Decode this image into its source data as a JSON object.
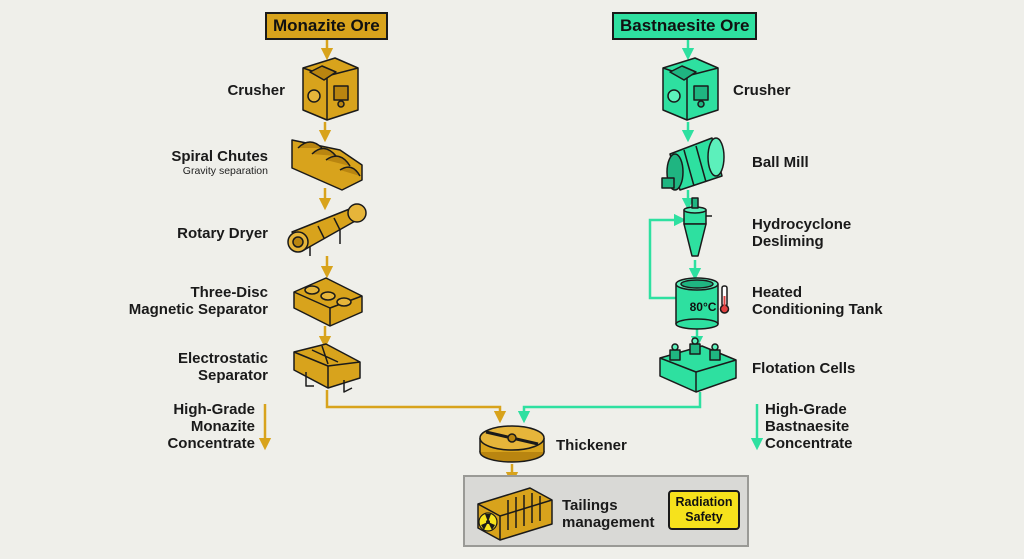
{
  "colors": {
    "monazite": "#d8a31c",
    "bastnaesite": "#2ee0a0",
    "tailings_box": "#d9d9d6",
    "radiation_badge": "#f6e21c"
  },
  "monazite": {
    "title": "Monazite Ore",
    "steps": [
      {
        "label": "Crusher",
        "icon": "crusher-icon"
      },
      {
        "label": "Spiral Chutes",
        "note": "Gravity separation",
        "icon": "spiral-chutes-icon"
      },
      {
        "label": "Rotary Dryer",
        "icon": "rotary-dryer-icon"
      },
      {
        "label": "Three-Disc\nMagnetic Separator",
        "icon": "magnetic-separator-icon"
      },
      {
        "label": "Electrostatic\nSeparator",
        "icon": "electrostatic-separator-icon"
      }
    ],
    "product": "High-Grade\nMonazite\nConcentrate"
  },
  "bastnaesite": {
    "title": "Bastnaesite Ore",
    "steps": [
      {
        "label": "Crusher",
        "icon": "crusher-icon"
      },
      {
        "label": "Ball Mill",
        "icon": "ball-mill-icon"
      },
      {
        "label": "Hydrocyclone\nDesliming",
        "icon": "hydrocyclone-icon"
      },
      {
        "label": "Heated\nConditioning Tank",
        "icon": "conditioning-tank-icon",
        "temperature": "80°C"
      },
      {
        "label": "Flotation Cells",
        "icon": "flotation-cells-icon"
      }
    ],
    "product": "High-Grade\nBastnaesite\nConcentrate"
  },
  "shared": {
    "thickener": "Thickener",
    "tailings": "Tailings\nmanagement",
    "radiation": "Radiation\nSafety"
  }
}
